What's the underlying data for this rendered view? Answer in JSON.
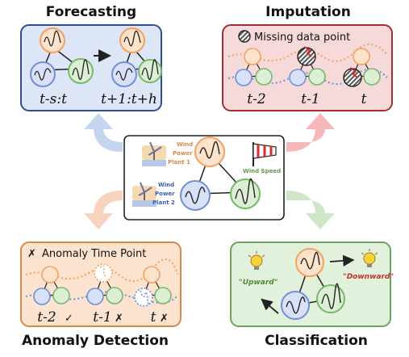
{
  "titles": {
    "forecasting": "Forecasting",
    "imputation": "Imputation",
    "anomaly": "Anomaly Detection",
    "classification": "Classification"
  },
  "forecasting": {
    "label_past": "t-s:t",
    "label_future": "t+1:t+h",
    "arrow": "→"
  },
  "imputation": {
    "legend": "Missing data point",
    "t_minus_2": "t-2",
    "t_minus_1": "t-1",
    "t": "t"
  },
  "anomaly": {
    "legend": "Anomaly Time Point",
    "t_minus_2": "t-2",
    "t_minus_1": "t-1",
    "t": "t",
    "check": "✓",
    "cross": "✗"
  },
  "center": {
    "plant1": [
      "Wind",
      "Power",
      "Plant 1"
    ],
    "plant2": [
      "Wind",
      "Power",
      "Plant 2"
    ],
    "wind_speed": "Wind Speed"
  },
  "classification": {
    "upward": "\"Upward\"",
    "downward": "\"Downward\""
  },
  "colors": {
    "orange": "#f2a25c",
    "orange_fill": "#fde2cc",
    "blue": "#6f8fd6",
    "blue_fill": "#d8e1f7",
    "green": "#79b86a",
    "green_fill": "#dcefd4",
    "forecast_bg": "#dce6f6",
    "forecast_border": "#2f4f94",
    "imputation_bg": "#f6d9d9",
    "imputation_border": "#a33030",
    "anomaly_bg": "#fbe3d0",
    "anomaly_border": "#d88a45",
    "classification_bg": "#e2f1dc",
    "classification_border": "#6fa25c",
    "red": "#d62c2c",
    "check_green": "#3a9a3a"
  }
}
